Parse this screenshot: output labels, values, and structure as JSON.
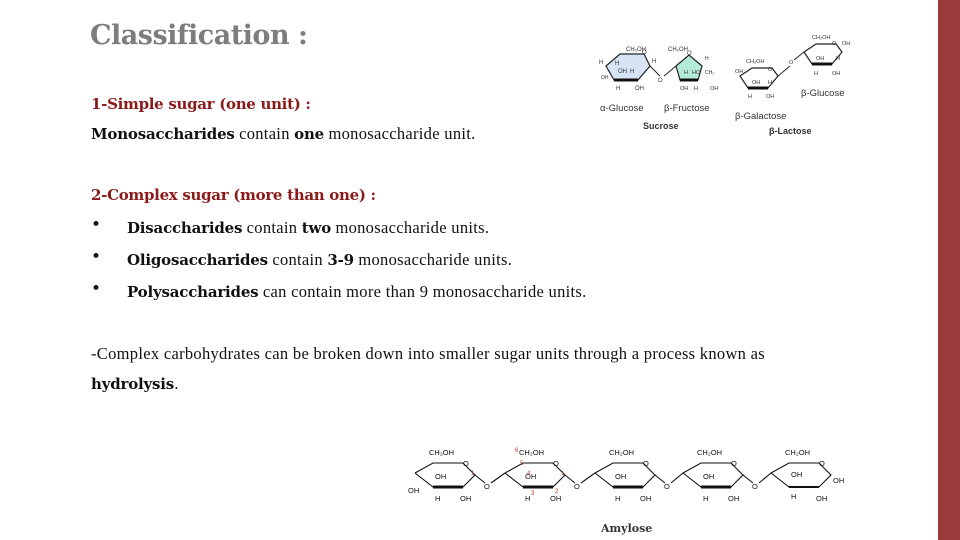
{
  "slide": {
    "title": "Classification :",
    "accent_bar_color": "#9a3a3a",
    "heading_color": "#8b1a1a",
    "title_color": "#7d7d7d"
  },
  "simple_sugar": {
    "heading": "1-Simple sugar (one unit) :",
    "term": "Monosaccharides",
    "text_before": " contain ",
    "count": "one",
    "text_after": " monosaccharide unit."
  },
  "complex_sugar": {
    "heading": "2-Complex sugar (more than one) :",
    "bullets": [
      {
        "term": "Disaccharides",
        "mid": " contain ",
        "count": "two",
        "tail": " monosaccharide units."
      },
      {
        "term": "Oligosaccharides",
        "mid": " contain ",
        "count": "3-9",
        "tail": " monosaccharide units."
      },
      {
        "term": "Polysaccharides",
        "mid": " can contain more than 9 monosaccharide units.",
        "count": "",
        "tail": ""
      }
    ],
    "bullet_glyph": "•"
  },
  "hydrolysis": {
    "text": "-Complex carbohydrates can be broken down into smaller sugar units through a process known as",
    "term": "hydrolysis",
    "period": "."
  },
  "figures": {
    "sucrose": {
      "left_ring_label": "α-Glucose",
      "right_ring_label": "β-Fructose",
      "caption": "Sucrose",
      "left_fill": "#d6e4f5",
      "right_fill": "#b5ecd8"
    },
    "lactose": {
      "left_ring_label": "β-Galactose",
      "right_ring_label": "β-Glucose",
      "caption": "β-Lactose"
    },
    "amylose": {
      "caption": "Amylose",
      "ring_count": 5,
      "group_label": "CH₂OH",
      "carbon_numbers": [
        "1",
        "4",
        "5",
        "6",
        "3",
        "2",
        "1"
      ],
      "number_color": "#c0392b"
    }
  }
}
